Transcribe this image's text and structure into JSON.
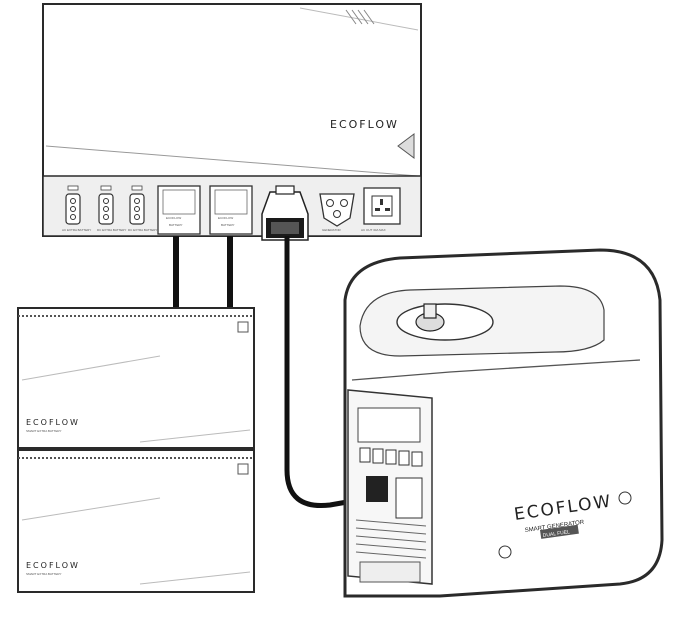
{
  "power_station": {
    "brand": "ECOFLOW",
    "ports": {
      "port1_label": "AC EXTRA BATTERY",
      "port2_label": "DC EXTRA BATTERY",
      "port3_label": "DC EXTRA BATTERY",
      "battery1_brand": "ECOFLOW",
      "battery1_label": "BATTERY",
      "battery2_brand": "ECOFLOW",
      "battery2_label": "BATTERY",
      "generator_label": "GENERATOR",
      "ac_out_label": "AC OUT 30A MAX"
    }
  },
  "battery_top": {
    "brand": "ECOFLOW",
    "subtitle": "SMART EXTRA BATTERY"
  },
  "battery_bottom": {
    "brand": "ECOFLOW",
    "subtitle": "SMART EXTRA BATTERY"
  },
  "generator": {
    "brand": "ECOFLOW",
    "subtitle": "SMART GENERATOR",
    "badge": "DUAL FUEL"
  },
  "colors": {
    "cable": "#111111",
    "outline": "#2a2a2a",
    "body": "#ffffff",
    "shade": "#f2f2f2"
  }
}
